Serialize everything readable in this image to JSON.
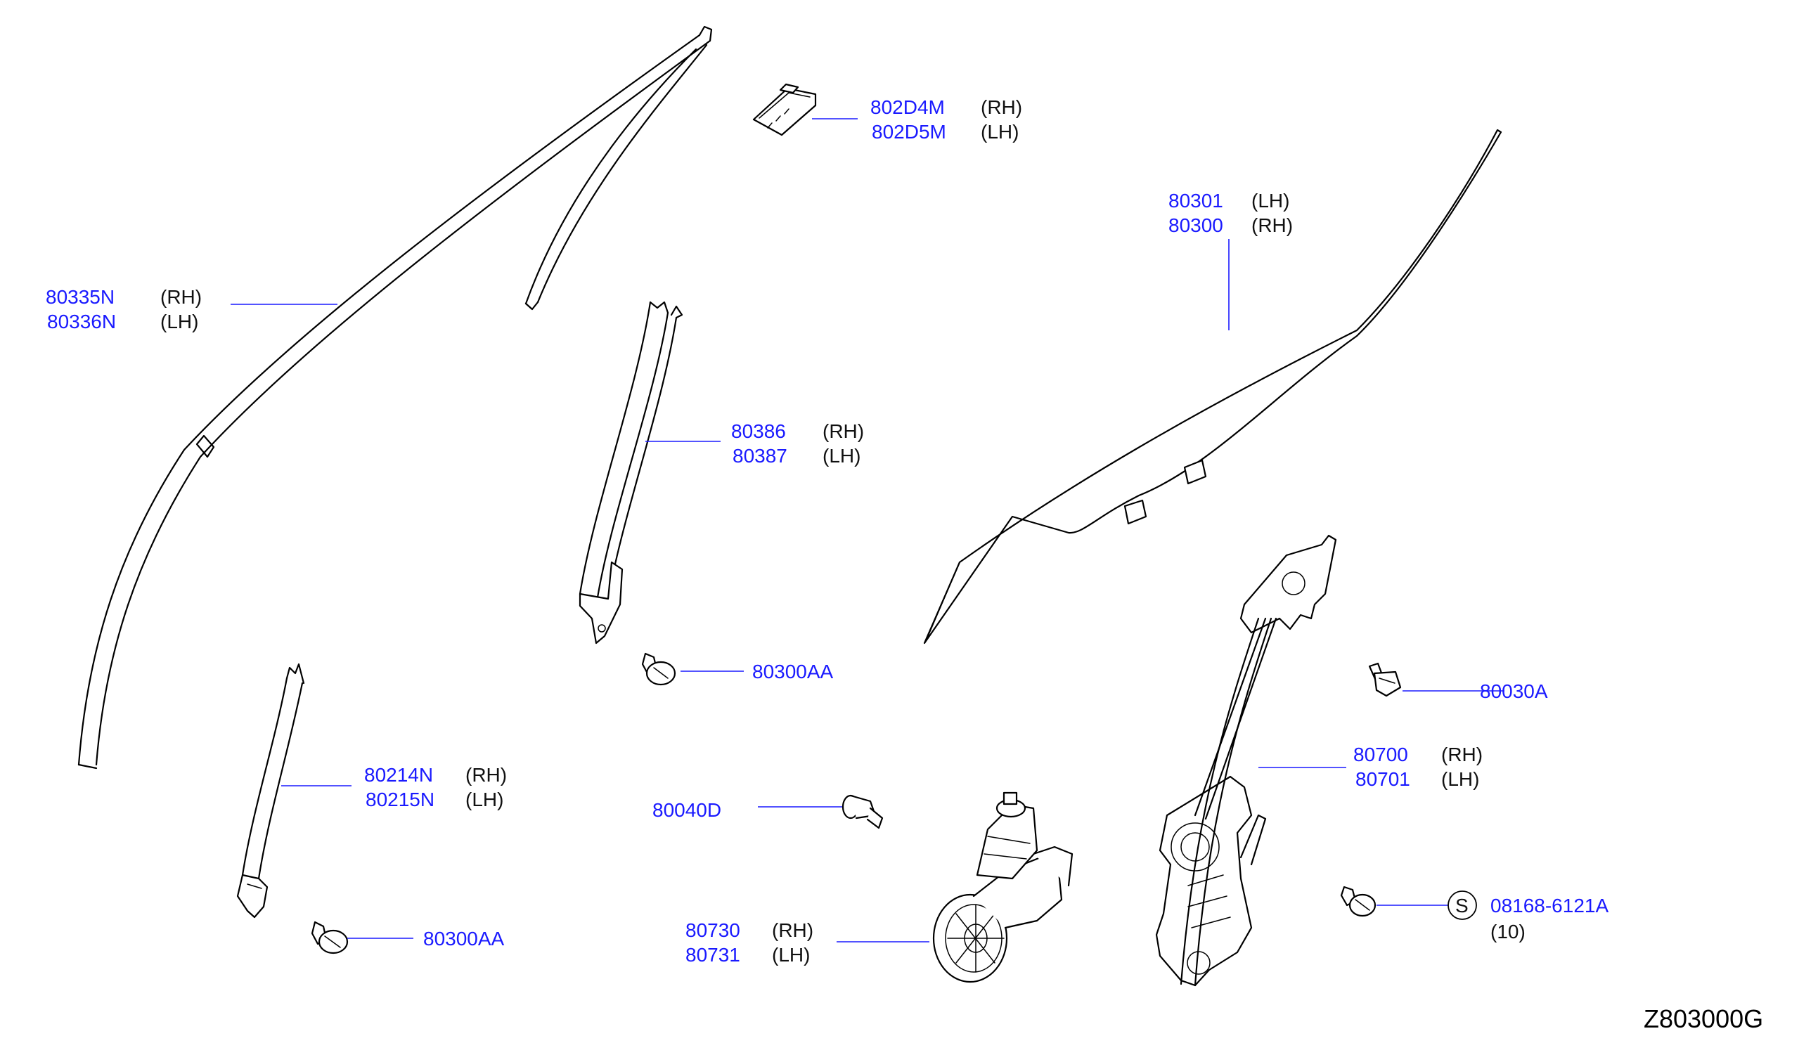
{
  "callouts": {
    "sash_upper": {
      "pn_a": "802D4M",
      "side_a": "(RH)",
      "pn_b": "802D5M",
      "side_b": "(LH)"
    },
    "glass": {
      "pn_a": "80301",
      "side_a": "(LH)",
      "pn_b": "80300",
      "side_b": "(RH)"
    },
    "weatherstrip": {
      "pn_a": "80335N",
      "side_a": "(RH)",
      "pn_b": "80336N",
      "side_b": "(LH)"
    },
    "rear_sash": {
      "pn_a": "80386",
      "side_a": "(RH)",
      "pn_b": "80387",
      "side_b": "(LH)"
    },
    "bolt_upper": {
      "pn": "80300AA"
    },
    "bolt_right": {
      "pn": "80030A"
    },
    "regulator": {
      "pn_a": "80700",
      "side_a": "(RH)",
      "pn_b": "80701",
      "side_b": "(LH)"
    },
    "front_sash": {
      "pn_a": "80214N",
      "side_a": "(RH)",
      "pn_b": "80215N",
      "side_b": "(LH)"
    },
    "screw": {
      "pn": "80040D"
    },
    "bolt_s": {
      "circle": "S",
      "pn": "08168-6121A",
      "qty": "(10)"
    },
    "motor": {
      "pn_a": "80730",
      "side_a": "(RH)",
      "pn_b": "80731",
      "side_b": "(LH)"
    },
    "bolt_lower": {
      "pn": "80300AA"
    }
  },
  "diagram_id": "Z803000G",
  "colors": {
    "part_number": "#1a1aff",
    "leader": "#1a1aff",
    "line_art": "#000000"
  }
}
